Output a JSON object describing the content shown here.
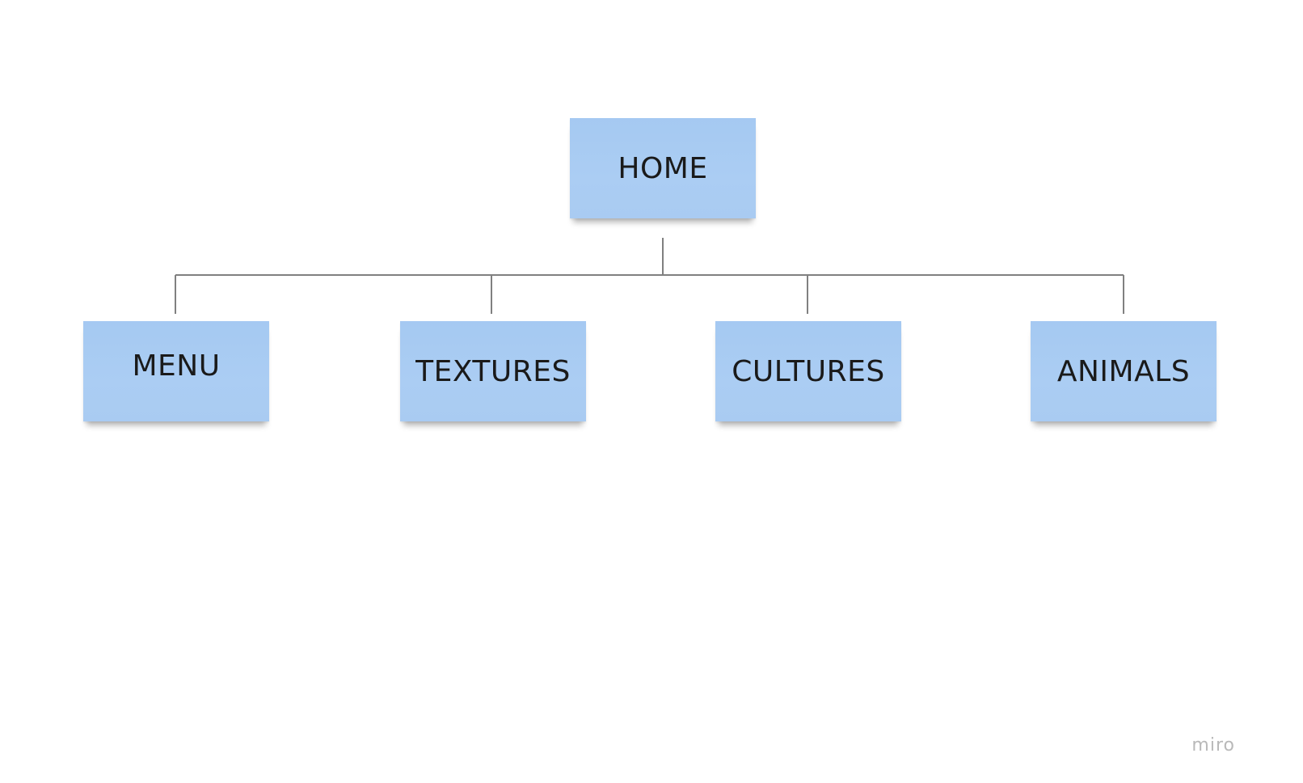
{
  "diagram": {
    "root": {
      "label": "HOME"
    },
    "children": [
      {
        "label": "MENU"
      },
      {
        "label": "TEXTURES"
      },
      {
        "label": "CULTURES"
      },
      {
        "label": "ANIMALS"
      }
    ]
  },
  "colors": {
    "sticky_fill": "#a9cbf2",
    "connector": "#808080",
    "text": "#1a1a1a",
    "watermark": "#b9b9b9"
  },
  "watermark": {
    "text": "miro"
  }
}
